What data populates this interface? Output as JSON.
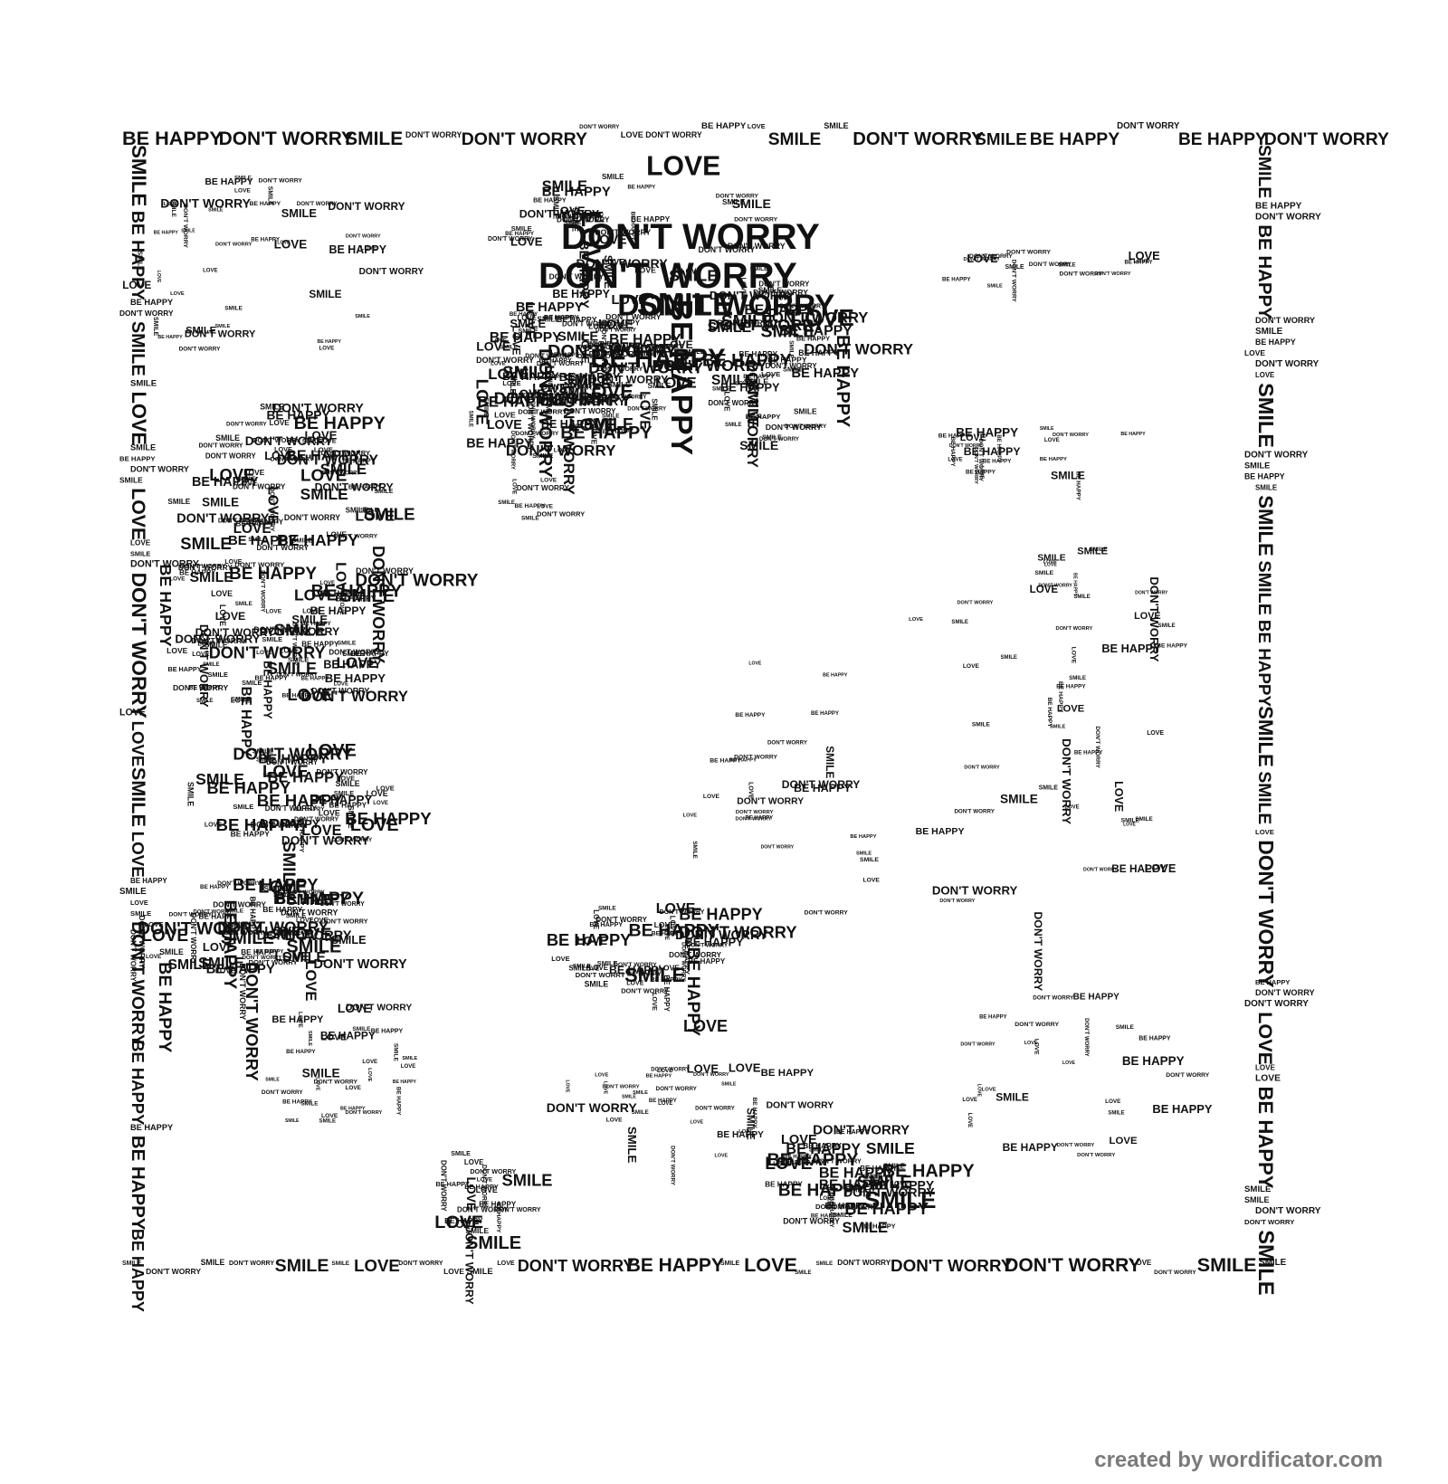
{
  "words": [
    "LOVE",
    "BE HAPPY",
    "DON'T WORRY",
    "SMILE"
  ],
  "credit": "created by wordificator.com",
  "colors": {
    "ink": "#111111",
    "credit": "#7a7a7a",
    "background": "#ffffff"
  }
}
